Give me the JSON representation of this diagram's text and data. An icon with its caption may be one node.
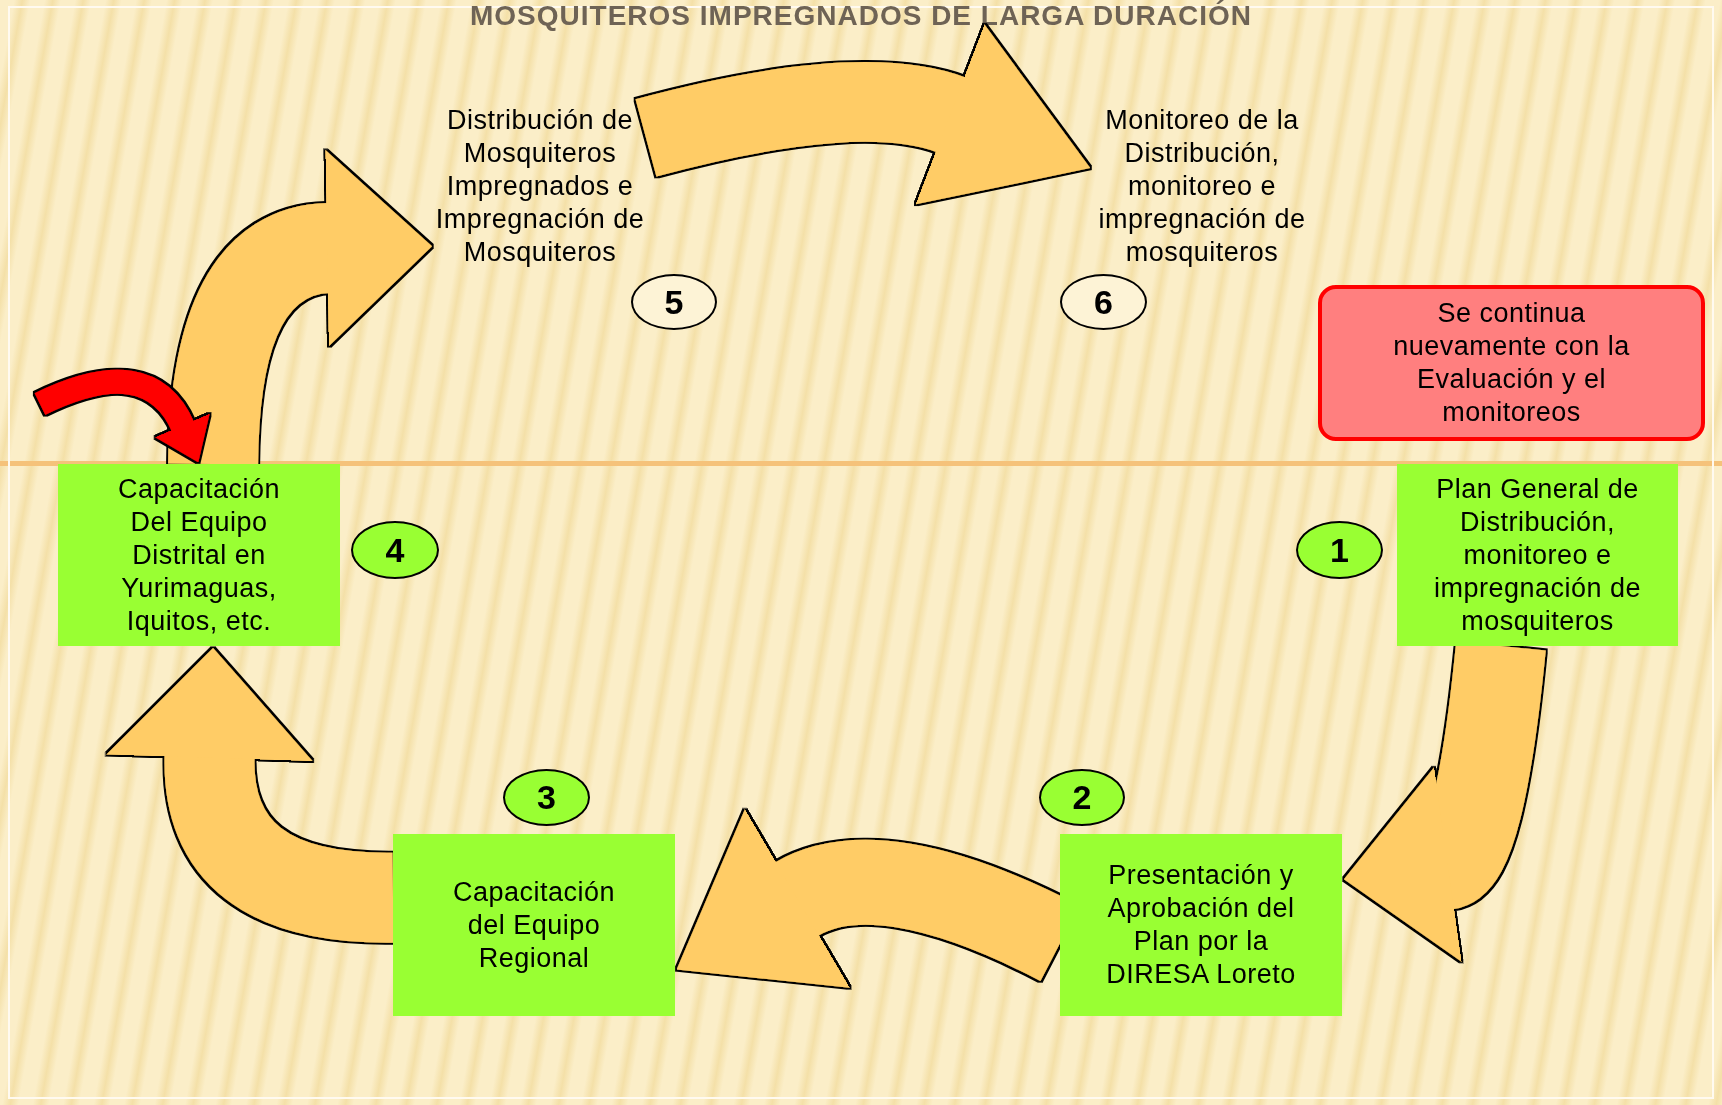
{
  "diagram": {
    "title": "MOSQUITEROS IMPREGNADOS DE LARGA DURACIÓN",
    "nodes": [
      {
        "text": [
          "Distribución de Mosquiteros Impregnados e Impregnación de Mosquiteros"
        ]
      },
      {
        "text": [
          "Monitoreo de la Distribución, monitoreo e impregnación de mosquiteros"
        ]
      },
      {
        "text": [
          "5"
        ]
      },
      {
        "text": [
          "6"
        ]
      },
      {
        "text": [
          "Se continua nuevamente con la Evaluación y el monitoreos"
        ]
      },
      {
        "text": [
          "Capacitación Del Equipo Distrital en Yurimaguas, Iquitos, etc."
        ]
      },
      {
        "text": [
          "4"
        ]
      },
      {
        "text": [
          "1"
        ]
      },
      {
        "text": [
          "Plan General de Distribución, monitoreo e impregnación de mosquiteros"
        ]
      },
      {
        "text": [
          "3"
        ]
      },
      {
        "text": [
          "2"
        ]
      },
      {
        "text": [
          "Capacitación del Equipo Regional"
        ]
      },
      {
        "text": [
          "Presentación y Aprobación del Plan por la DIRESA Loreto"
        ]
      }
    ],
    "edges": [
      {
        "from": 8,
        "to": 12,
        "arrow": "to"
      },
      {
        "from": 12,
        "to": 11,
        "arrow": "to"
      },
      {
        "from": 11,
        "to": 5,
        "arrow": "to"
      },
      {
        "from": 5,
        "to": 0,
        "arrow": "to"
      },
      {
        "from": 0,
        "to": 1,
        "arrow": "to"
      },
      {
        "from": null,
        "to": 5,
        "arrow": "to",
        "color": "#ff0000"
      }
    ]
  }
}
